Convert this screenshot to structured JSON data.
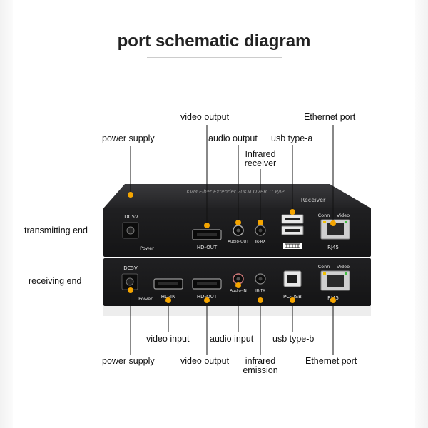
{
  "title": "port schematic diagram",
  "rows": {
    "transmitting": "transmitting end",
    "receiving": "receiving end"
  },
  "top_labels": {
    "video_output": "video output",
    "ethernet_port": "Ethernet port",
    "power_supply": "power supply",
    "audio_output": "audio output",
    "usb_type_a": "usb type-a",
    "infrared_receiver_1": "Infrared",
    "infrared_receiver_2": "receiver"
  },
  "bottom_labels": {
    "video_input": "video input",
    "audio_input": "audio input",
    "usb_type_b": "usb type-b",
    "power_supply": "power supply",
    "video_output": "video output",
    "infrared_emission_1": "infrared",
    "infrared_emission_2": "emission",
    "ethernet_port": "Ethernet port"
  },
  "transmitter_panel": {
    "banner": "KVM Fiber Extender 20KM OVER TCP/IP",
    "mode": "Receiver",
    "dc": "DC5V",
    "power": "Power",
    "hdmi": "HD-OUT",
    "audio": "Audio-OUT",
    "ir": "IR-RX",
    "conn": "Conn",
    "video": "Video",
    "rj45": "RJ45"
  },
  "receiver_panel": {
    "dc": "DC5V",
    "power": "Power",
    "hdmi_in": "HD-IN",
    "hdmi_out": "HD-OUT",
    "audio": "Audio-IN",
    "ir": "IR-TX",
    "usb": "PC-USB",
    "conn": "Conn",
    "video": "Video",
    "rj45": "RJ45"
  },
  "colors": {
    "marker": "#f5a500",
    "device_body": "#1c1c1e",
    "device_text": "#e6e6e6"
  }
}
